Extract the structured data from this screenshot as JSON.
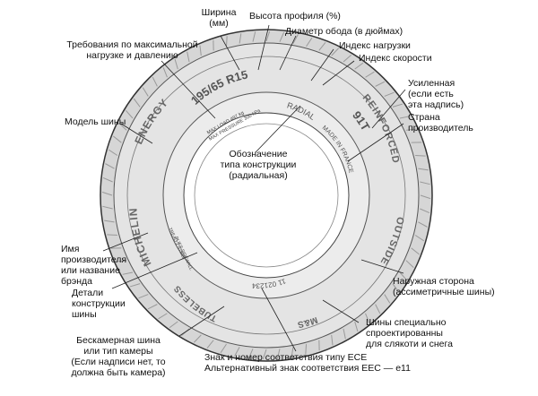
{
  "tire_text": {
    "size": "195/65 R15",
    "load_speed": "91T",
    "radial": "RADIAL",
    "reinforced": "REINFORCED",
    "made_in": "MADE IN FRANCE",
    "outside": "OUTSIDE",
    "ms": "M&S",
    "approval": "11 021234",
    "tubeless": "TUBELESS",
    "brand": "MICHELIN",
    "model": "ENERGY",
    "max_load": "MAX LOAD 497 kg",
    "max_pressure": "MAX PRESSURE 300 kPa",
    "plies": "PLIES SIDEWALL",
    "tread": "TREAD 2 STEEL"
  },
  "labels": {
    "width": [
      "Ширина",
      "(мм)"
    ],
    "profile": "Высота профиля (%)",
    "rim": "Диаметр обода (в дюймах)",
    "load_index": "Индекс нагрузки",
    "speed_index": "Индекс скорости",
    "max_req": [
      "Требования по максимальной",
      "нагрузке и давлению"
    ],
    "reinforced_note": [
      "Усиленная",
      "(если есть",
      "эта  надпись)"
    ],
    "country": [
      "Страна",
      "производитель"
    ],
    "model_label": "Модель шины",
    "construction": [
      "Обозначение",
      "типа конструкции",
      "(радиальная)"
    ],
    "maker": [
      "Имя",
      "производителя",
      "или название",
      "брэнда"
    ],
    "outer_side": [
      "Наружная сторона",
      "(ассиметричные шины)"
    ],
    "details": [
      "Детали",
      "конструкции",
      "шины"
    ],
    "winter": [
      "Шины специально",
      "спроектированны",
      "для  слякоти и снега"
    ],
    "tubeless_note": [
      "Бескамерная шина",
      "или тип камеры",
      "(Если надписи нет, то",
      "должна быть камера)"
    ],
    "ece": [
      "Знак и номер соответствия типу ECE",
      "Альтернативный знак соответствия EEC — e11"
    ]
  }
}
